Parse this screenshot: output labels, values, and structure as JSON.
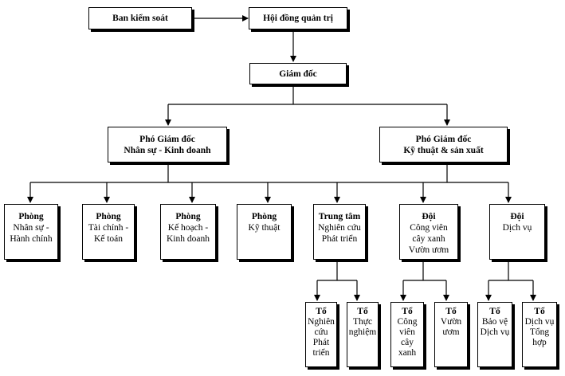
{
  "top": {
    "supervisory_board": "Ban kiểm soát",
    "board_of_directors": "Hội đồng quản trị",
    "director": "Giám đốc"
  },
  "deputies": {
    "hr_business": {
      "title": "Phó Giám đốc",
      "line2": "Nhân sự - Kinh doanh"
    },
    "tech_production": {
      "title": "Phó Giám đốc",
      "line2": "Kỹ thuật & sản xuất"
    }
  },
  "units": {
    "hr_admin": {
      "title": "Phòng",
      "lines": [
        "Nhân sự -",
        "Hành chính"
      ]
    },
    "finance_accounting": {
      "title": "Phòng",
      "lines": [
        "Tài chính -",
        "Kế toán"
      ]
    },
    "planning_business": {
      "title": "Phòng",
      "lines": [
        "Kế hoạch -",
        "Kinh doanh"
      ]
    },
    "technical": {
      "title": "Phòng",
      "lines": [
        "Kỹ thuật"
      ]
    },
    "research_center": {
      "title": "Trung tâm",
      "lines": [
        "Nghiên cứu",
        "Phát triển"
      ]
    },
    "greenery_team": {
      "title": "Đội",
      "lines": [
        "Công viên",
        "cây xanh",
        "Vườn ươm"
      ]
    },
    "service_team": {
      "title": "Đội",
      "lines": [
        "Dịch vụ"
      ]
    }
  },
  "groups": {
    "research_dev": {
      "title": "Tổ",
      "lines": [
        "Nghiên",
        "cứu",
        "Phát",
        "triển"
      ]
    },
    "experiment": {
      "title": "Tổ",
      "lines": [
        "Thực",
        "nghiệm"
      ]
    },
    "park_greenery": {
      "title": "Tổ",
      "lines": [
        "Công",
        "viên",
        "cây",
        "xanh"
      ]
    },
    "nursery": {
      "title": "Tổ",
      "lines": [
        "Vườn",
        "ươm"
      ]
    },
    "security": {
      "title": "Tổ",
      "lines": [
        "Bảo vệ",
        "Dịch vụ"
      ]
    },
    "general_service": {
      "title": "Tổ",
      "lines": [
        "Dịch vụ",
        "Tổng",
        "hợp"
      ]
    }
  }
}
